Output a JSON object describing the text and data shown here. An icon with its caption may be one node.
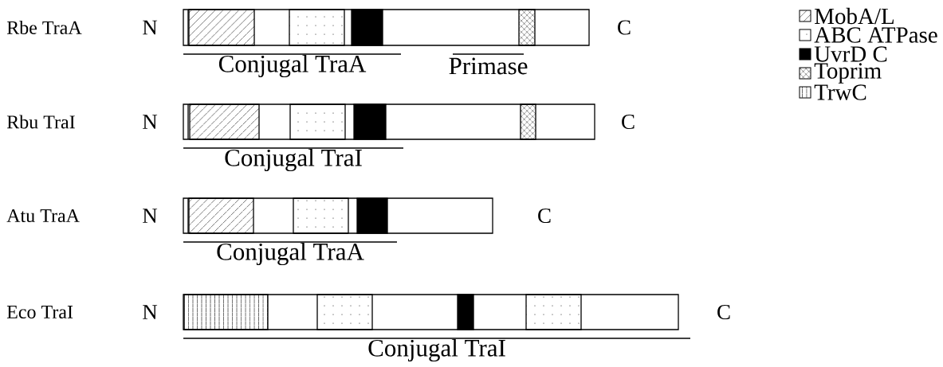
{
  "diagram": {
    "labels": [
      "Rbe TraA",
      "N",
      "C",
      "Conjugal TraA",
      "Primase",
      "Rbu TraI",
      "N",
      "C",
      "Conjugal TraI",
      "Atu TraA",
      "N",
      "C",
      "Conjugal TraA",
      "Eco TraI",
      "N",
      "C",
      "Conjugal TraI"
    ],
    "legend": [
      {
        "text": "MobA/L"
      },
      {
        "text": "ABC ATPase"
      },
      {
        "text": "UvrD C",
        "color": "#000000"
      },
      {
        "text": "Toprim"
      },
      {
        "text": "TrwC"
      }
    ]
  }
}
